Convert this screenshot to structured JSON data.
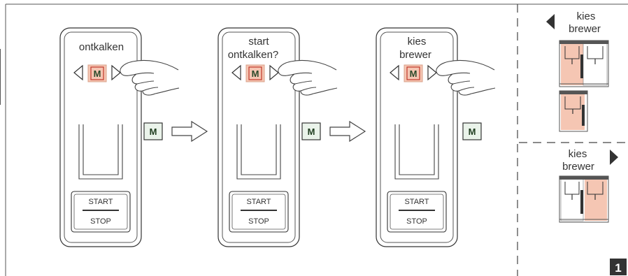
{
  "panels": [
    {
      "display_text": [
        "ontkalken"
      ]
    },
    {
      "display_text": [
        "start",
        "ontkalken?"
      ]
    },
    {
      "display_text": [
        "kies",
        "brewer"
      ]
    }
  ],
  "m_key_label": "M",
  "button": {
    "start": "START",
    "stop": "STOP"
  },
  "step_keys": [
    "M",
    "M",
    "M"
  ],
  "side_top": {
    "text": [
      "kies",
      "brewer"
    ],
    "arrow": "left"
  },
  "side_bottom": {
    "text": [
      "kies",
      "brewer"
    ],
    "arrow": "right"
  },
  "figure_number": "1",
  "colors": {
    "highlight": "#f5c6b3",
    "key_border": "#c0392b",
    "line": "#333333",
    "badge": "#333333"
  }
}
